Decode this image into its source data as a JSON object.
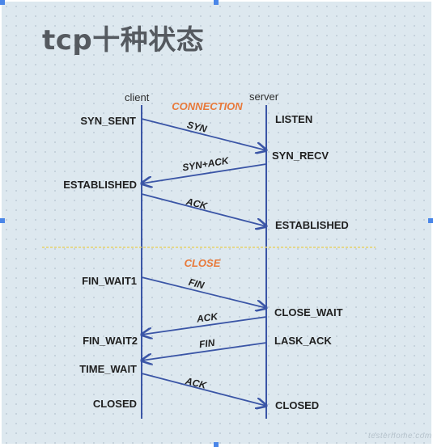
{
  "title": "tcp十种状态",
  "columns": {
    "client": "client",
    "server": "server"
  },
  "sections": {
    "connection": "CONNECTION",
    "close": "CLOSE"
  },
  "client_states": {
    "syn_sent": "SYN_SENT",
    "established": "ESTABLISHED",
    "fin_wait1": "FIN_WAIT1",
    "fin_wait2": "FIN_WAIT2",
    "time_wait": "TIME_WAIT",
    "closed": "CLOSED"
  },
  "server_states": {
    "listen": "LISTEN",
    "syn_recv": "SYN_RECV",
    "established": "ESTABLISHED",
    "close_wait": "CLOSE_WAIT",
    "lask_ack": "LASK_ACK",
    "closed": "CLOSED"
  },
  "messages": {
    "syn": "SYN",
    "syn_ack": "SYN+ACK",
    "ack1": "ACK",
    "fin1": "FIN",
    "ack2": "ACK",
    "fin2": "FIN",
    "ack3": "ACK"
  },
  "watermark": "testerhome.com",
  "colors": {
    "line": "#3a55a6",
    "divider": "#e7d36a",
    "accent": "#e8793a",
    "handle": "#4a86e8"
  }
}
